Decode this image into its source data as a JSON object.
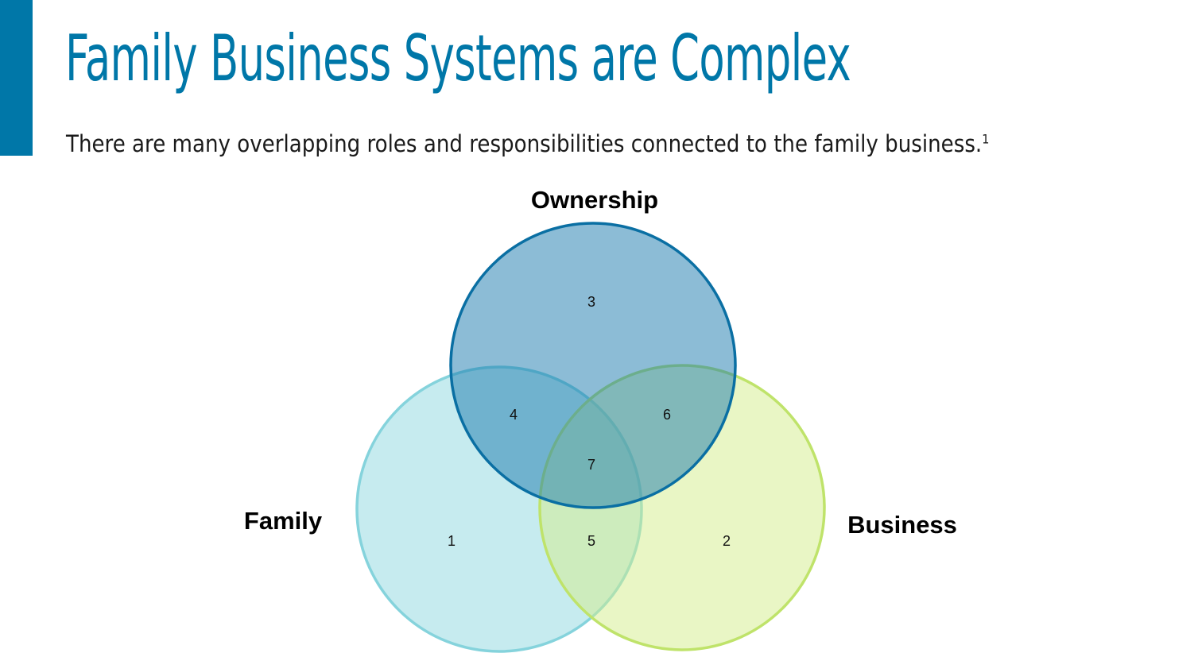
{
  "colors": {
    "accent": "#0077a8",
    "title": "#0077a8",
    "ownership_fill": "#1a7aae",
    "ownership_stroke": "#0a6fa3",
    "family_fill": "#8dd8df",
    "family_stroke": "#85d3dc",
    "business_fill": "#d3ee8c",
    "business_stroke": "#bfe36a"
  },
  "header": {
    "title": "Family Business Systems are Complex",
    "subtitle": "There are many overlapping roles and responsibilities connected to the family business.",
    "footnote_marker": "1"
  },
  "venn": {
    "sets": {
      "ownership": "Ownership",
      "family": "Family",
      "business": "Business"
    },
    "regions": {
      "family_only": "1",
      "business_only": "2",
      "ownership_only": "3",
      "family_ownership": "4",
      "family_business": "5",
      "ownership_business": "6",
      "all_three": "7"
    }
  }
}
